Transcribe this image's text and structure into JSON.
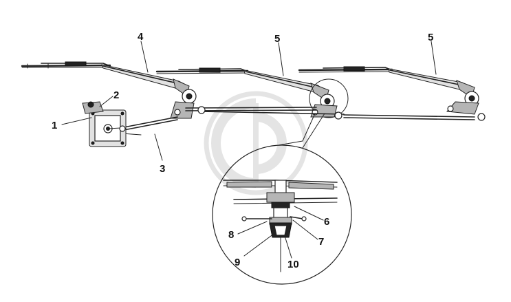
{
  "callouts": [
    {
      "id": "1",
      "label": "1"
    },
    {
      "id": "2",
      "label": "2"
    },
    {
      "id": "3",
      "label": "3"
    },
    {
      "id": "4",
      "label": "4"
    },
    {
      "id": "5a",
      "label": "5"
    },
    {
      "id": "5b",
      "label": "5"
    },
    {
      "id": "6",
      "label": "6"
    },
    {
      "id": "7",
      "label": "7"
    },
    {
      "id": "8",
      "label": "8"
    },
    {
      "id": "9",
      "label": "9"
    },
    {
      "id": "10",
      "label": "10"
    }
  ],
  "colors": {
    "line": "#222222",
    "watermark": "#cfcfcf",
    "background": "#ffffff"
  },
  "watermark": {
    "icon": "logo-watermark"
  }
}
